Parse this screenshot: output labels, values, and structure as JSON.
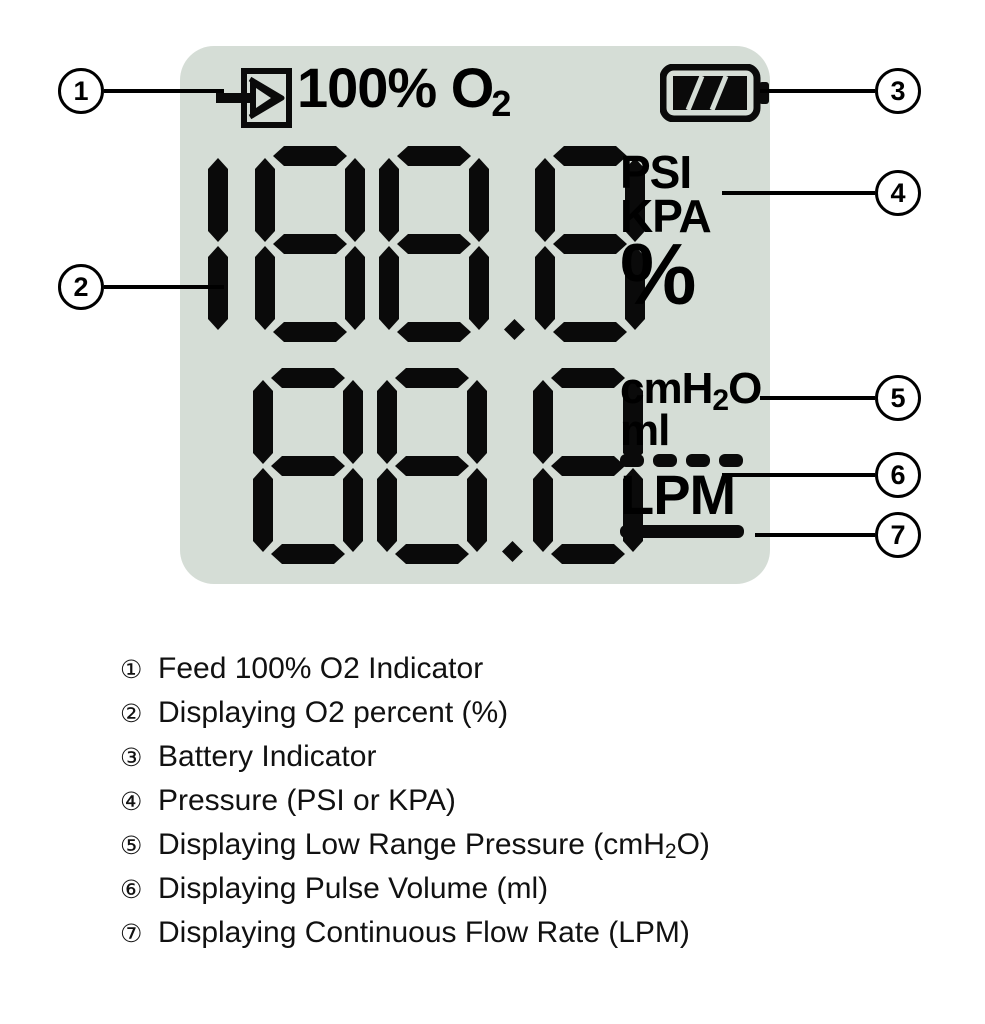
{
  "panel": {
    "background_color": "#d5ddd6",
    "segment_color": "#0a0a0a"
  },
  "status_bar": {
    "feed_icon": "arrow-into-box-icon",
    "oxygen_label_main": "100% O",
    "oxygen_label_sub": "2",
    "battery_icon": "battery-full-icon",
    "battery_level": "full"
  },
  "upper_display": {
    "digits": [
      "1",
      "8",
      "8",
      "8"
    ],
    "decimal_after_index": 2,
    "value_text": "188.8",
    "units": {
      "psi": "PSI",
      "kpa": "KPA",
      "percent": "%"
    }
  },
  "lower_display": {
    "digits": [
      "8",
      "8",
      "8"
    ],
    "decimal_after_index": 1,
    "value_text": "88.8",
    "units": {
      "cmh2o_main": "cmH",
      "cmh2o_sub": "2",
      "cmh2o_tail": "O",
      "ml": "ml",
      "lpm": "LPM"
    },
    "indicators": {
      "pulse_volume_bar": "dashed-bar",
      "continuous_flow_bar": "solid-bar"
    }
  },
  "callouts": [
    {
      "id": "1",
      "label": "1"
    },
    {
      "id": "2",
      "label": "2"
    },
    {
      "id": "3",
      "label": "3"
    },
    {
      "id": "4",
      "label": "4"
    },
    {
      "id": "5",
      "label": "5"
    },
    {
      "id": "6",
      "label": "6"
    },
    {
      "id": "7",
      "label": "7"
    }
  ],
  "legend": [
    {
      "num": "①",
      "text": "Feed 100% O2 Indicator"
    },
    {
      "num": "②",
      "text": "Displaying O2 percent (%)"
    },
    {
      "num": "③",
      "text": "Battery Indicator"
    },
    {
      "num": "④",
      "text": "Pressure (PSI or KPA)"
    },
    {
      "num": "⑤",
      "text_pre": "Displaying Low Range Pressure (cmH",
      "text_sub": "2",
      "text_post": "O)"
    },
    {
      "num": "⑥",
      "text": "Displaying Pulse Volume (ml)"
    },
    {
      "num": "⑦",
      "text": "Displaying Continuous Flow Rate (LPM)"
    }
  ]
}
